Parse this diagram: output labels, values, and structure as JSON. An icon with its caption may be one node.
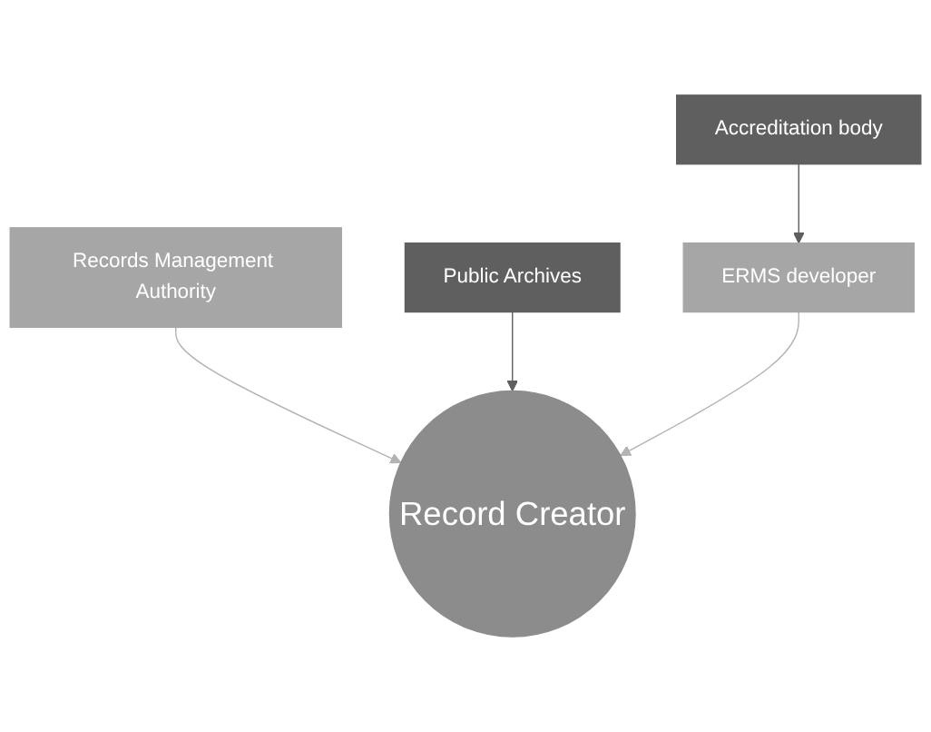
{
  "diagram": {
    "nodes": [
      {
        "text": [
          "Records Management Authority"
        ]
      },
      {
        "text": [
          "Public Archives"
        ]
      },
      {
        "text": [
          "Record Creator"
        ]
      },
      {
        "text": [
          "ERMS developer"
        ]
      },
      {
        "text": [
          "Accreditation body"
        ]
      }
    ],
    "edges": [
      {
        "from": 0,
        "to": 2,
        "arrow": "to",
        "color": "#b3b3b3"
      },
      {
        "from": 1,
        "to": 2,
        "arrow": "to",
        "color": "#5e5e5e"
      },
      {
        "from": 3,
        "to": 2,
        "arrow": "to",
        "color": "#b3b3b3"
      },
      {
        "from": 4,
        "to": 3,
        "arrow": "to",
        "color": "#5e5e5e"
      }
    ]
  }
}
